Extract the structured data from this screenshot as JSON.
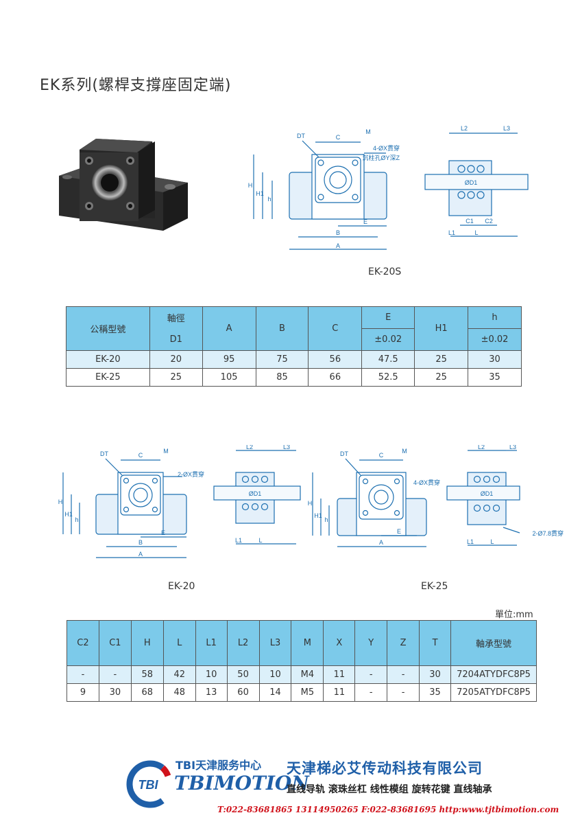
{
  "title": "EK系列(螺桿支撐座固定端)",
  "drawing_top": {
    "caption": "EK-20S",
    "hole_note_1": "4-ØX貫穿",
    "hole_note_2": "沉柱孔ØY深Z",
    "dims": {
      "DT": "DT",
      "C": "C",
      "M": "M",
      "H": "H",
      "H1": "H1",
      "h": "h",
      "E": "E",
      "B": "B",
      "A": "A",
      "L2": "L2",
      "L3": "L3",
      "D1": "ØD1",
      "C1": "C1",
      "C2": "C2",
      "L1": "L1",
      "L": "L"
    }
  },
  "table1": {
    "headers": {
      "model": "公稱型號",
      "shaft_1": "軸徑",
      "shaft_2": "D1",
      "A": "A",
      "B": "B",
      "C": "C",
      "E": "E",
      "E_tol": "±0.02",
      "H1": "H1",
      "h": "h",
      "h_tol": "±0.02"
    },
    "rows": [
      {
        "model": "EK-20",
        "D1": "20",
        "A": "95",
        "B": "75",
        "C": "56",
        "E": "47.5",
        "H1": "25",
        "h": "30"
      },
      {
        "model": "EK-25",
        "D1": "25",
        "A": "105",
        "B": "85",
        "C": "66",
        "E": "52.5",
        "H1": "25",
        "h": "35"
      }
    ]
  },
  "drawings_mid": {
    "caption_left": "EK-20",
    "caption_right": "EK-25",
    "note_2x": "2-ØX貫穿",
    "note_4x": "4-ØX貫穿",
    "note_2p": "2-Ø7.8貫穿"
  },
  "unit": "單位:mm",
  "table2": {
    "headers": [
      "C2",
      "C1",
      "H",
      "L",
      "L1",
      "L2",
      "L3",
      "M",
      "X",
      "Y",
      "Z",
      "T",
      "軸承型號"
    ],
    "rows": [
      [
        "-",
        "-",
        "58",
        "42",
        "10",
        "50",
        "10",
        "M4",
        "11",
        "-",
        "-",
        "30",
        "7204ATYDFC8P5"
      ],
      [
        "9",
        "30",
        "68",
        "48",
        "13",
        "60",
        "14",
        "M5",
        "11",
        "-",
        "-",
        "35",
        "7205ATYDFC8P5"
      ]
    ]
  },
  "footer": {
    "logo_text": "TBI",
    "center_name": "TBI天津服务中心",
    "brand": "TBIMOTION",
    "company": "天津梯必艾传动科技有限公司",
    "products": "直线导轨 滚珠丝杠 线性模组 旋转花键 直线轴承",
    "contact": "T:022-83681865 13114950265 F:022-83681695  http:www.tjtbimotion.com"
  },
  "colors": {
    "header_blue": "#7ccaea",
    "row_light": "#dcf0fa",
    "drawing_blue": "#1c6fb0",
    "brand_blue": "#1f5fa8",
    "red": "#d0121b"
  }
}
